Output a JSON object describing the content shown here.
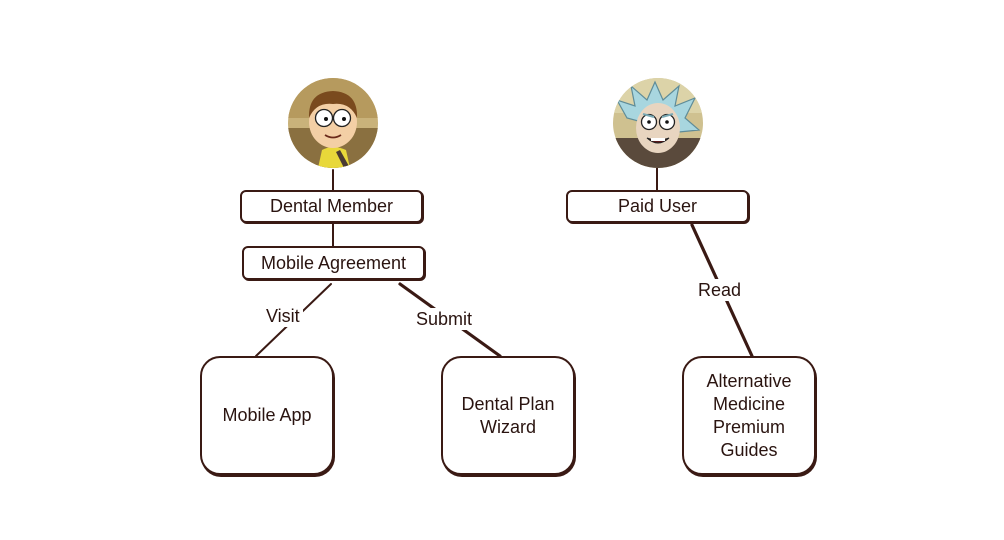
{
  "diagram": {
    "actors": [
      {
        "id": "morty",
        "avatar_icon": "morty-avatar-icon",
        "role_label": "Dental Member",
        "sub_label": "Mobile Agreement"
      },
      {
        "id": "rick",
        "avatar_icon": "rick-avatar-icon",
        "role_label": "Paid User"
      }
    ],
    "targets": [
      {
        "id": "mobile-app",
        "lines": [
          "Mobile App"
        ]
      },
      {
        "id": "dental-plan-wizard",
        "lines": [
          "Dental Plan",
          "Wizard"
        ]
      },
      {
        "id": "alt-medicine",
        "lines": [
          "Alternative",
          "Medicine",
          "Premium",
          "Guides"
        ]
      }
    ],
    "edges": [
      {
        "from": "Mobile Agreement",
        "to": "Mobile App",
        "label": "Visit"
      },
      {
        "from": "Mobile Agreement",
        "to": "Dental Plan Wizard",
        "label": "Submit"
      },
      {
        "from": "Paid User",
        "to": "Alternative Medicine Premium Guides",
        "label": "Read"
      }
    ],
    "colors": {
      "stroke": "#3a1a14",
      "text": "#2a1410",
      "background": "#ffffff"
    }
  }
}
